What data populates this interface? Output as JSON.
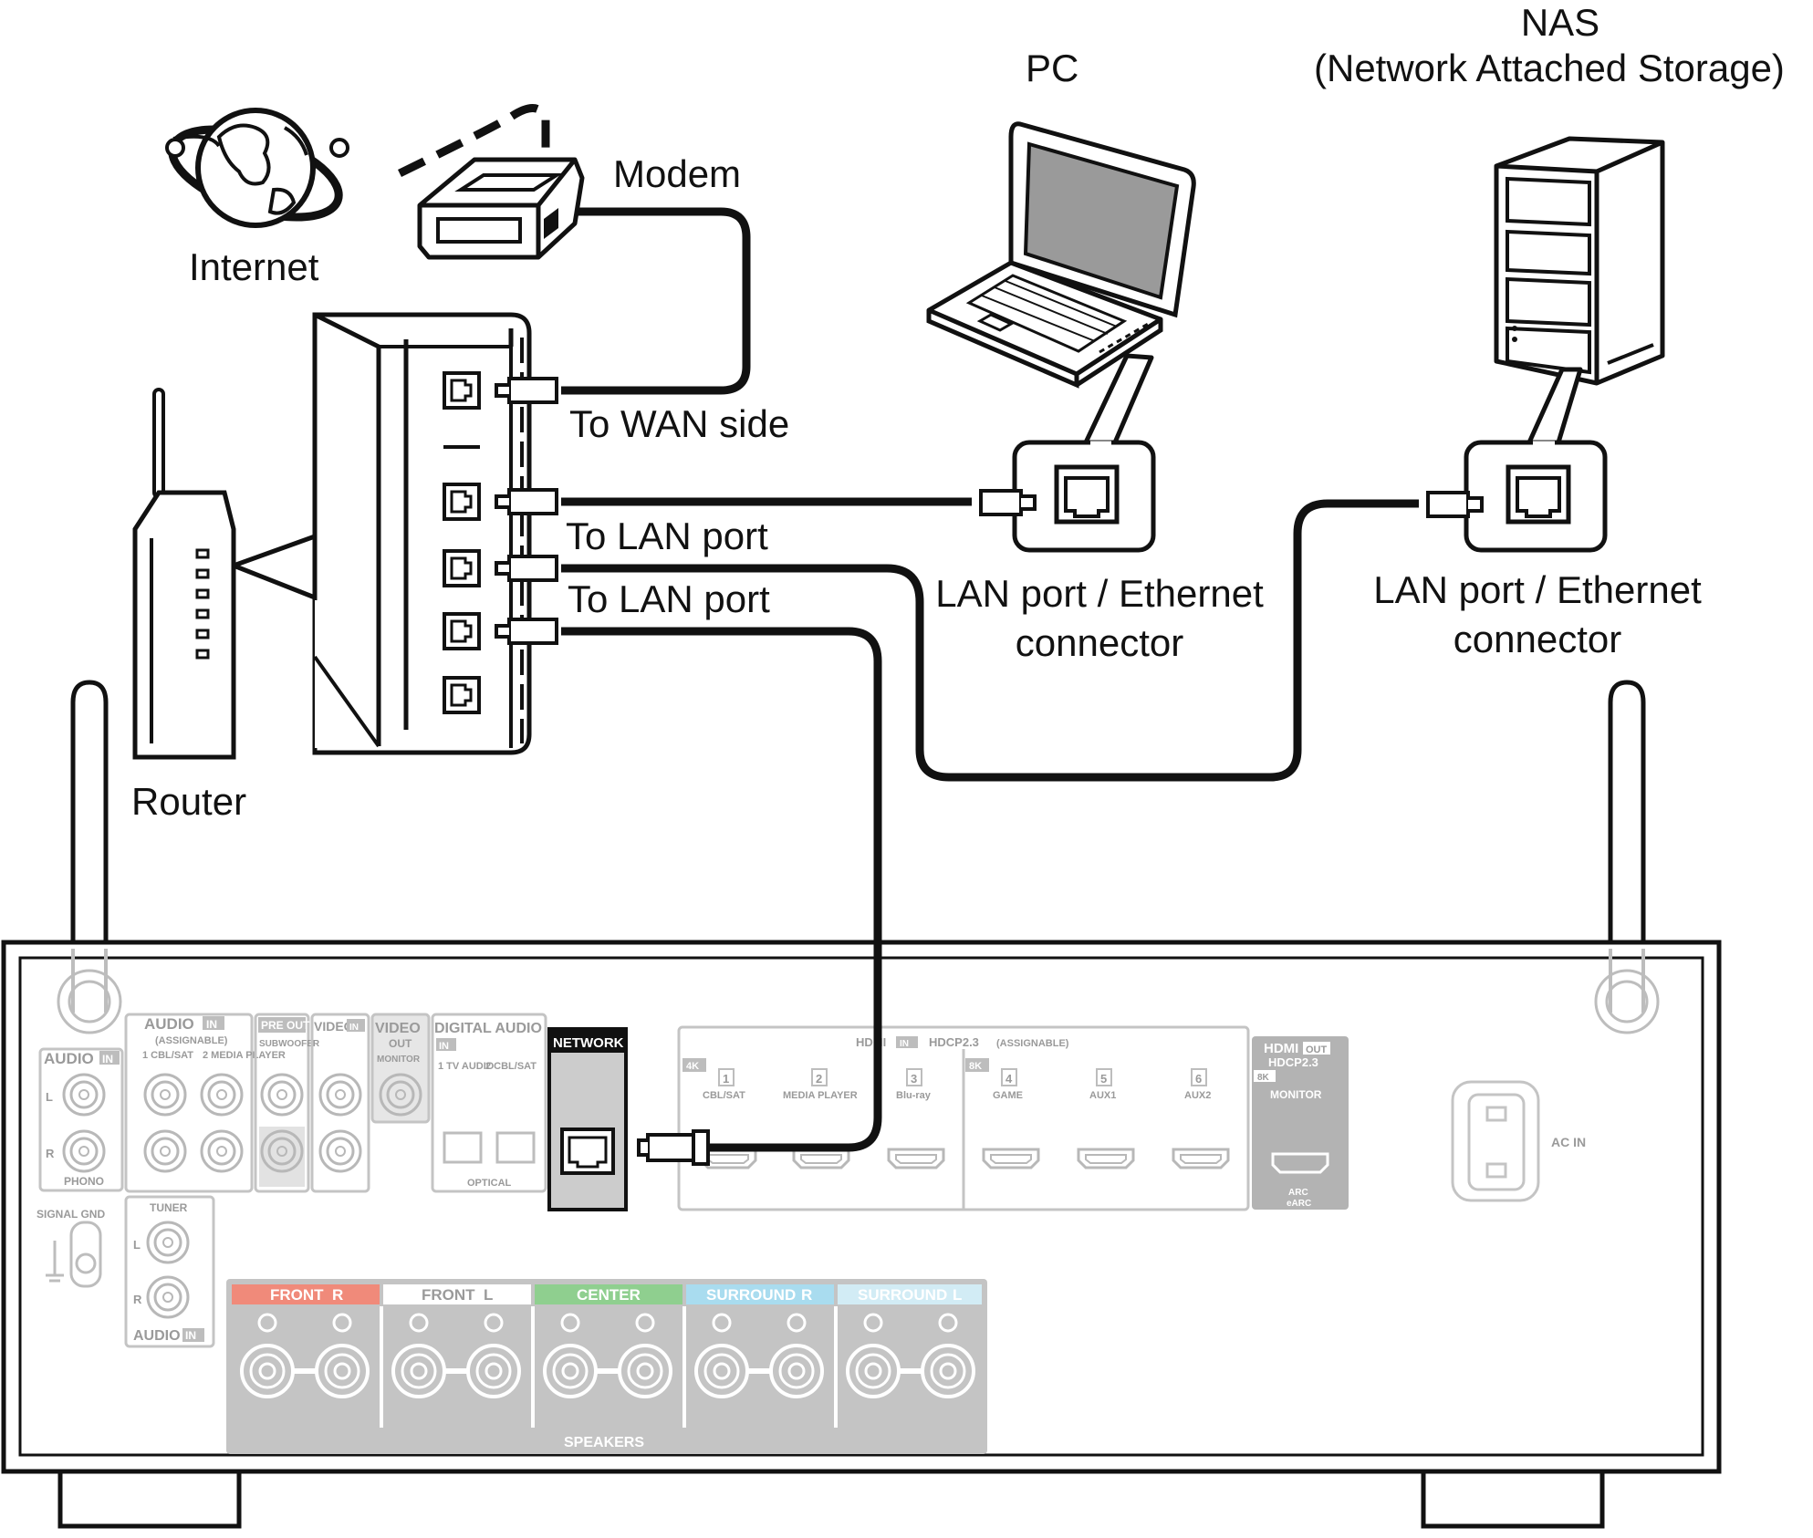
{
  "labels": {
    "internet": "Internet",
    "modem": "Modem",
    "router": "Router",
    "pc": "PC",
    "nas_line1": "NAS",
    "nas_line2": "(Network Attached Storage)",
    "to_wan": "To WAN side",
    "to_lan_1": "To LAN port",
    "to_lan_2": "To LAN port",
    "pc_port_line1": "LAN port / Ethernet",
    "pc_port_line2": "connector",
    "nas_port_line1": "LAN port / Ethernet",
    "nas_port_line2": "connector"
  },
  "panel": {
    "audio_in": "AUDIO",
    "in": "IN",
    "out": "OUT",
    "assignable": "(ASSIGNABLE)",
    "cbl_sat_1": "1 CBL/SAT",
    "media_player_2": "2 MEDIA PLAYER",
    "phono": "PHONO",
    "l": "L",
    "r": "R",
    "signal_gnd": "SIGNAL GND",
    "tuner": "TUNER",
    "pre_out": "PRE OUT",
    "subwoofer": "SUBWOOFER",
    "video": "VIDEO",
    "monitor": "MONITOR",
    "digital_audio": "DIGITAL AUDIO",
    "tv_audio": "1 TV AUDIO",
    "cbl_sat_2": "2 CBL/SAT",
    "optical": "OPTICAL",
    "network": "NETWORK",
    "hdmi": "HDMI",
    "hdcp": "HDCP2.3",
    "k4": "4K",
    "k8": "8K",
    "hdmi_inputs": [
      {
        "num": "1",
        "name": "CBL/SAT"
      },
      {
        "num": "2",
        "name": "MEDIA PLAYER"
      },
      {
        "num": "3",
        "name": "Blu-ray"
      },
      {
        "num": "4",
        "name": "GAME"
      },
      {
        "num": "5",
        "name": "AUX1"
      },
      {
        "num": "6",
        "name": "AUX2"
      }
    ],
    "hdmi_out_monitor": "MONITOR",
    "arc": "ARC",
    "earc": "eARC",
    "ac_in": "AC IN",
    "speakers": "SPEAKERS",
    "speaker_groups": [
      {
        "name": "FRONT",
        "side": "R",
        "color": "#f08a7a"
      },
      {
        "name": "FRONT",
        "side": "L",
        "color": "#ffffff"
      },
      {
        "name": "CENTER",
        "side": "",
        "color": "#8fcf8f"
      },
      {
        "name": "SURROUND",
        "side": "R",
        "color": "#a9dcef"
      },
      {
        "name": "SURROUND",
        "side": "L",
        "color": "#d2ecf5"
      }
    ]
  },
  "colors": {
    "line": "#111111",
    "panel_gray": "#bdbdbd",
    "network_fill": "#c8c8c8",
    "hdmi_out_fill": "#b0b0b0"
  }
}
